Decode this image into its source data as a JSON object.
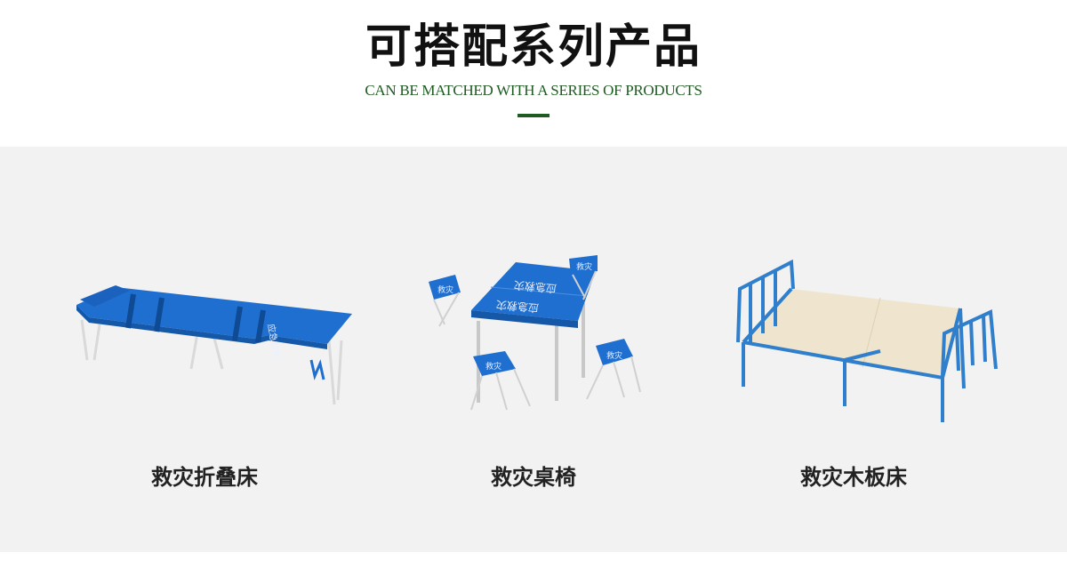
{
  "header": {
    "title": "可搭配系列产品",
    "subtitle": "CAN BE MATCHED WITH A SERIES OF PRODUCTS"
  },
  "products": [
    {
      "label": "救灾折叠床",
      "icon": "folding-cot-image",
      "print": "应急救灾"
    },
    {
      "label": "救灾桌椅",
      "icon": "table-chairs-image",
      "print": "应急救灾",
      "stool_print": "救灾"
    },
    {
      "label": "救灾木板床",
      "icon": "wood-plank-bed-image"
    }
  ],
  "colors": {
    "accent": "#1f5b22",
    "panel": "#f2f2f2",
    "fabric": "#1f6fd0",
    "frame": "#2f7fcc",
    "plank": "#efe5cf"
  }
}
